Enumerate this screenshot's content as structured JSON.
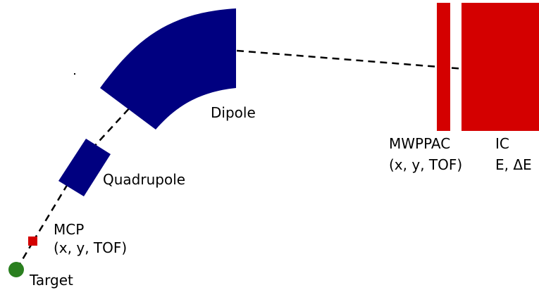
{
  "colors": {
    "magnet": "#000080",
    "detector": "#d40000",
    "target": "#2a7f1f",
    "beam_path": "#000000",
    "background": "#ffffff"
  },
  "labels": {
    "target": "Target",
    "mcp_name": "MCP",
    "mcp_info": "(x, y, TOF)",
    "quadrupole": "Quadrupole",
    "dipole": "Dipole",
    "mwppac_name": "MWPPAC",
    "mwppac_info": "(x, y, TOF)",
    "ic_name": "IC",
    "ic_info": "E, ΔE"
  }
}
